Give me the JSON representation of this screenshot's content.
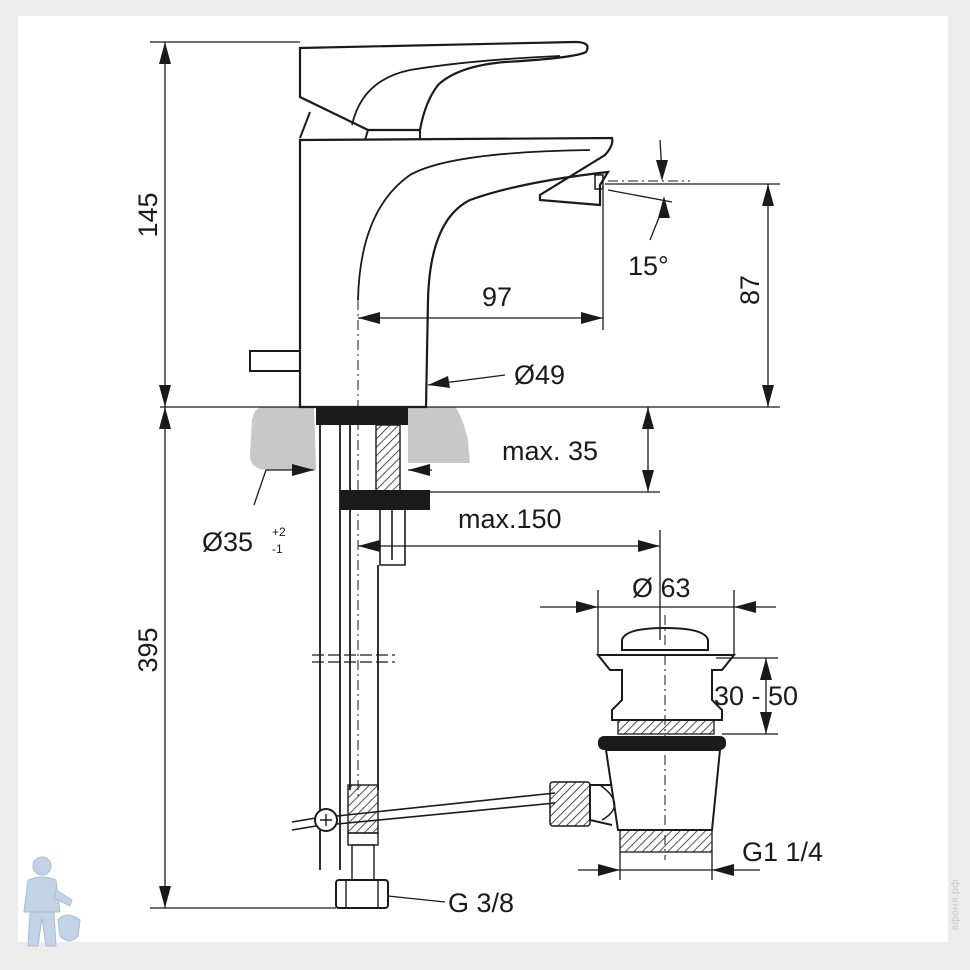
{
  "dimensions": {
    "faucet_height": "145",
    "mount_height": "395",
    "spout_reach": "97",
    "outlet_height": "87",
    "spout_angle": "15°",
    "body_diameter": "Ø49",
    "deck_thickness": "max. 35",
    "hole_diameter": "Ø35",
    "hole_tol_plus": "+2",
    "hole_tol_minus": "-1",
    "rod_length": "max.150",
    "waste_diameter": "Ø 63",
    "waste_range": "30 - 50",
    "waste_thread": "G1 1/4",
    "supply_thread": "G 3/8"
  },
  "watermark": {
    "side_text": "афоня.рф"
  },
  "colors": {
    "line": "#1a1a1a",
    "deck": "#c8c8c8",
    "page": "#ffffff",
    "frame": "#ececec"
  }
}
